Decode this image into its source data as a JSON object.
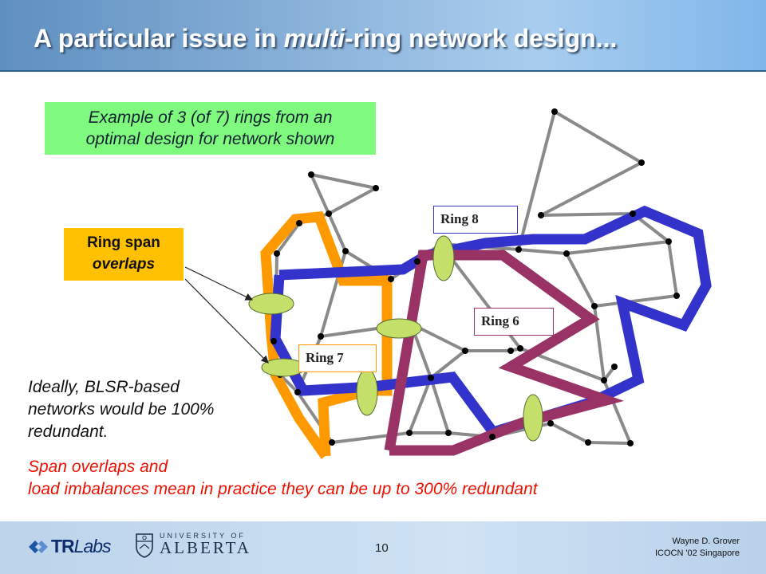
{
  "title": {
    "part1": "A particular issue in ",
    "part2": "multi",
    "part3": "-ring network design..."
  },
  "example_box": {
    "line1": "Example of 3 (of 7) rings from an",
    "line2": "optimal design for network shown"
  },
  "overlap_box": {
    "line1": "Ring span",
    "line2": "overlaps"
  },
  "ring_labels": {
    "ring8": "Ring 8",
    "ring6": "Ring 6",
    "ring7": "Ring 7"
  },
  "ideal_text": {
    "line1": "Ideally, BLSR-based",
    "line2": "networks would be 100%",
    "line3": "redundant."
  },
  "span_note": {
    "line1": "Span overlaps and",
    "line2": "load imbalances mean in practice they can be up to 300% redundant"
  },
  "footer": {
    "tr_logo": {
      "tr": "TR",
      "labs": "Labs"
    },
    "ua_logo": {
      "small": "UNIVERSITY OF",
      "big": "ALBERTA"
    },
    "page_number": "10",
    "author": "Wayne D. Grover",
    "event": "ICOCN '02 Singapore"
  },
  "colors": {
    "ring_blue": "#3333cc",
    "ring_orange": "#ff9900",
    "ring_maroon": "#993366",
    "overlap_fill": "#c5e06a",
    "span_gray": "#8a8a8a",
    "node_black": "#000000"
  }
}
